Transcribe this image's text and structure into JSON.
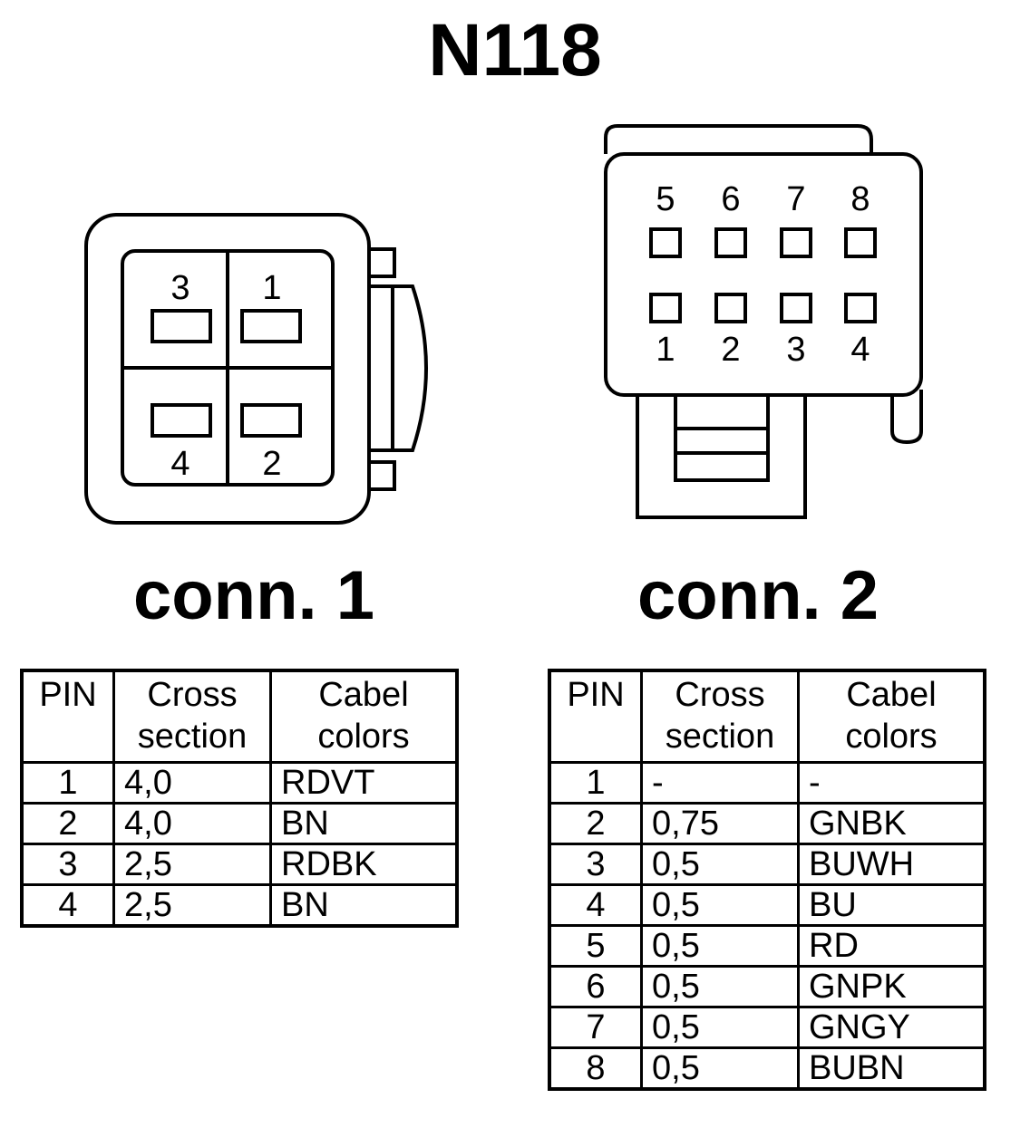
{
  "title": "N118",
  "connector1": {
    "label": "conn. 1",
    "pin_labels": [
      "3",
      "1",
      "4",
      "2"
    ]
  },
  "connector2": {
    "label": "conn. 2",
    "top_pin_labels": [
      "5",
      "6",
      "7",
      "8"
    ],
    "bottom_pin_labels": [
      "1",
      "2",
      "3",
      "4"
    ]
  },
  "table_headers": {
    "pin": "PIN",
    "cross_line1": "Cross",
    "cross_line2": "section",
    "color_line1": "Cabel",
    "color_line2": "colors"
  },
  "table1_rows": [
    {
      "pin": "1",
      "cross": "4,0",
      "color": "RDVT"
    },
    {
      "pin": "2",
      "cross": "4,0",
      "color": "BN"
    },
    {
      "pin": "3",
      "cross": "2,5",
      "color": "RDBK"
    },
    {
      "pin": "4",
      "cross": "2,5",
      "color": "BN"
    }
  ],
  "table2_rows": [
    {
      "pin": "1",
      "cross": "-",
      "color": "-"
    },
    {
      "pin": "2",
      "cross": "0,75",
      "color": "GNBK"
    },
    {
      "pin": "3",
      "cross": "0,5",
      "color": "BUWH"
    },
    {
      "pin": "4",
      "cross": "0,5",
      "color": "BU"
    },
    {
      "pin": "5",
      "cross": "0,5",
      "color": "RD"
    },
    {
      "pin": "6",
      "cross": "0,5",
      "color": "GNPK"
    },
    {
      "pin": "7",
      "cross": "0,5",
      "color": "GNGY"
    },
    {
      "pin": "8",
      "cross": "0,5",
      "color": "BUBN"
    }
  ]
}
